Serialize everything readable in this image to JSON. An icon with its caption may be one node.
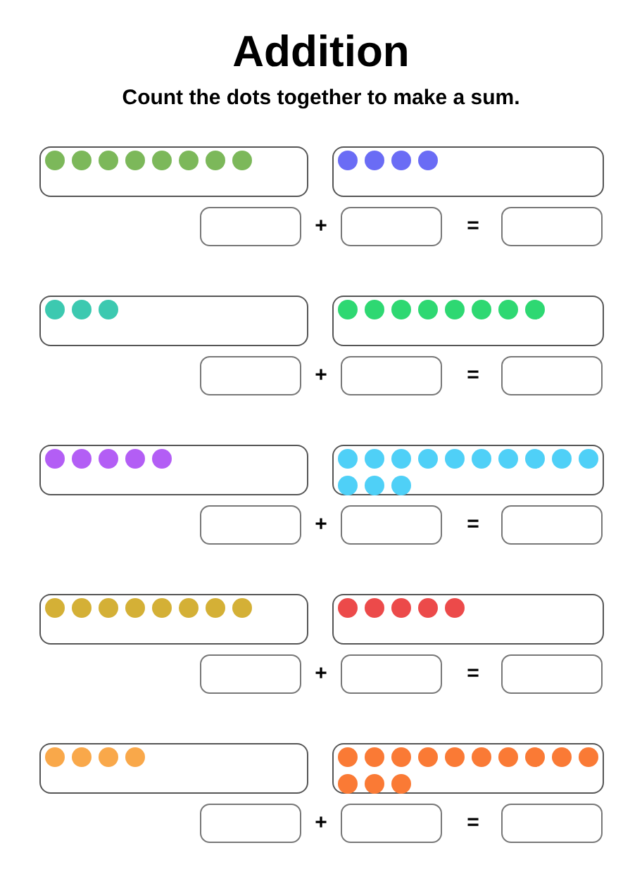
{
  "diagram": {
    "title": "Addition",
    "nodes": [
      {
        "text": [],
        "shape": "box"
      },
      {
        "text": [],
        "shape": "circle",
        "in": 0
      },
      {
        "text": [],
        "shape": "circle",
        "in": 0
      },
      {
        "text": [],
        "shape": "circle",
        "in": 0
      },
      {
        "text": [],
        "shape": "circle",
        "in": 0
      },
      {
        "text": [],
        "shape": "circle",
        "in": 0
      },
      {
        "text": [],
        "shape": "circle",
        "in": 0
      },
      {
        "text": [],
        "shape": "circle",
        "in": 0
      },
      {
        "text": [],
        "shape": "circle",
        "in": 0
      },
      {
        "text": [],
        "shape": "box"
      },
      {
        "text": [],
        "shape": "circle",
        "in": 9
      },
      {
        "text": [],
        "shape": "circle",
        "in": 9
      },
      {
        "text": [],
        "shape": "circle",
        "in": 9
      },
      {
        "text": [],
        "shape": "circle",
        "in": 9
      },
      {
        "text": [],
        "shape": "box"
      },
      {
        "text": [],
        "shape": "box"
      },
      {
        "text": [],
        "shape": "box"
      },
      {
        "text": [],
        "shape": "box"
      },
      {
        "text": [],
        "shape": "circle",
        "in": 17
      },
      {
        "text": [],
        "shape": "circle",
        "in": 17
      },
      {
        "text": [],
        "shape": "circle",
        "in": 17
      },
      {
        "text": [],
        "shape": "box"
      },
      {
        "text": [],
        "shape": "circle",
        "in": 21
      },
      {
        "text": [],
        "shape": "circle",
        "in": 21
      },
      {
        "text": [],
        "shape": "circle",
        "in": 21
      },
      {
        "text": [],
        "shape": "circle",
        "in": 21
      },
      {
        "text": [],
        "shape": "circle",
        "in": 21
      },
      {
        "text": [],
        "shape": "circle",
        "in": 21
      },
      {
        "text": [],
        "shape": "circle",
        "in": 21
      },
      {
        "text": [],
        "shape": "circle",
        "in": 21
      },
      {
        "text": [],
        "shape": "box"
      },
      {
        "text": [],
        "shape": "box"
      },
      {
        "text": [],
        "shape": "box"
      },
      {
        "text": [],
        "shape": "box"
      },
      {
        "text": [],
        "shape": "circle",
        "in": 33
      },
      {
        "text": [],
        "shape": "circle",
        "in": 33
      },
      {
        "text": [],
        "shape": "circle",
        "in": 33
      },
      {
        "text": [],
        "shape": "circle",
        "in": 33
      },
      {
        "text": [],
        "shape": "circle",
        "in": 33
      },
      {
        "text": [],
        "shape": "box"
      },
      {
        "text": [],
        "shape": "circle",
        "in": 39
      },
      {
        "text": [],
        "shape": "circle",
        "in": 39
      },
      {
        "text": [],
        "shape": "circle",
        "in": 39
      },
      {
        "text": [],
        "shape": "circle",
        "in": 39
      },
      {
        "text": [],
        "shape": "circle",
        "in": 39
      },
      {
        "text": [],
        "shape": "circle",
        "in": 39
      },
      {
        "text": [],
        "shape": "circle",
        "in": 39
      },
      {
        "text": [],
        "shape": "circle",
        "in": 39
      },
      {
        "text": [],
        "shape": "circle",
        "in": 39
      },
      {
        "text": [],
        "shape": "circle",
        "in": 39
      },
      {
        "text": [],
        "shape": "circle",
        "in": 39
      },
      {
        "text": [],
        "shape": "circle",
        "in": 39
      },
      {
        "text": [],
        "shape": "circle",
        "in": 39
      },
      {
        "text": [],
        "shape": "box"
      },
      {
        "text": [],
        "shape": "box"
      },
      {
        "text": [],
        "shape": "box"
      },
      {
        "text": [],
        "shape": "box"
      },
      {
        "text": [],
        "shape": "circle",
        "in": 56
      },
      {
        "text": [],
        "shape": "circle",
        "in": 56
      },
      {
        "text": [],
        "shape": "circle",
        "in": 56
      },
      {
        "text": [],
        "shape": "circle",
        "in": 56
      },
      {
        "text": [],
        "shape": "circle",
        "in": 56
      },
      {
        "text": [],
        "shape": "circle",
        "in": 56
      },
      {
        "text": [],
        "shape": "circle",
        "in": 56
      },
      {
        "text": [],
        "shape": "circle",
        "in": 56
      },
      {
        "text": [],
        "shape": "box"
      },
      {
        "text": [],
        "shape": "circle",
        "in": 65
      },
      {
        "text": [],
        "shape": "circle",
        "in": 65
      },
      {
        "text": [],
        "shape": "circle",
        "in": 65
      },
      {
        "text": [],
        "shape": "circle",
        "in": 65
      },
      {
        "text": [],
        "shape": "circle",
        "in": 65
      },
      {
        "text": [],
        "shape": "box"
      },
      {
        "text": [],
        "shape": "box"
      },
      {
        "text": [],
        "shape": "box"
      },
      {
        "text": [],
        "shape": "box"
      },
      {
        "text": [],
        "shape": "circle",
        "in": 74
      },
      {
        "text": [],
        "shape": "circle",
        "in": 74
      },
      {
        "text": [],
        "shape": "circle",
        "in": 74
      },
      {
        "text": [],
        "shape": "circle",
        "in": 74
      },
      {
        "text": [],
        "shape": "box"
      },
      {
        "text": [],
        "shape": "circle",
        "in": 79
      },
      {
        "text": [],
        "shape": "circle",
        "in": 79
      },
      {
        "text": [],
        "shape": "circle",
        "in": 79
      },
      {
        "text": [],
        "shape": "circle",
        "in": 79
      },
      {
        "text": [],
        "shape": "circle",
        "in": 79
      },
      {
        "text": [],
        "shape": "circle",
        "in": 79
      },
      {
        "text": [],
        "shape": "circle",
        "in": 79
      },
      {
        "text": [],
        "shape": "circle",
        "in": 79
      },
      {
        "text": [],
        "shape": "circle",
        "in": 79
      },
      {
        "text": [],
        "shape": "circle",
        "in": 79
      },
      {
        "text": [],
        "shape": "circle",
        "in": 79
      },
      {
        "text": [],
        "shape": "circle",
        "in": 79
      },
      {
        "text": [],
        "shape": "circle",
        "in": 79
      },
      {
        "text": [],
        "shape": "box"
      },
      {
        "text": [],
        "shape": "box"
      },
      {
        "text": [],
        "shape": "box"
      }
    ],
    "labels": [
      "Count the dots together to make a sum.",
      "+",
      "=",
      "+",
      "=",
      "+",
      "=",
      "+",
      "=",
      "+",
      "="
    ]
  }
}
